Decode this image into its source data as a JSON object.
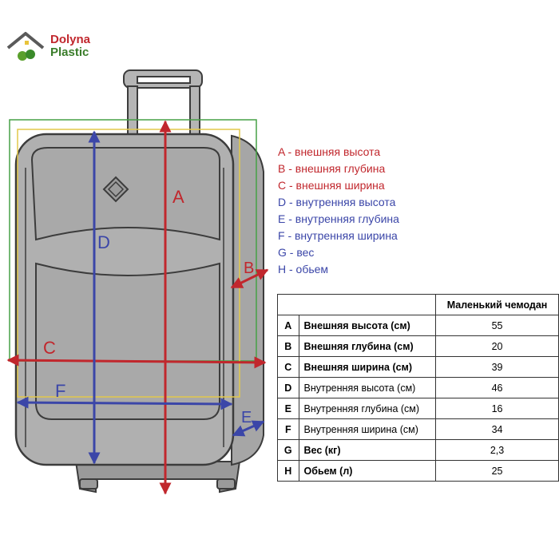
{
  "logo": {
    "line1": "Dolyna",
    "line2": "Plastic"
  },
  "colors": {
    "red": "#c1272d",
    "blue": "#3b46a8",
    "green": "#46a046",
    "yellow": "#e2c84a",
    "ink": "#3c3c3c"
  },
  "labels": {
    "A": "A",
    "B": "B",
    "C": "C",
    "D": "D",
    "E": "E",
    "F": "F"
  },
  "legend": [
    {
      "text": "A - внешняя высота",
      "color": "#c1272d"
    },
    {
      "text": "B - внешняя глубина",
      "color": "#c1272d"
    },
    {
      "text": "C - внешняя ширина",
      "color": "#c1272d"
    },
    {
      "text": "D - внутренняя высота",
      "color": "#3b46a8"
    },
    {
      "text": "E - внутренняя глубина",
      "color": "#3b46a8"
    },
    {
      "text": "F - внутренняя ширина",
      "color": "#3b46a8"
    },
    {
      "text": "G - вес",
      "color": "#3b46a8"
    },
    {
      "text": "H - обьем",
      "color": "#3b46a8"
    }
  ],
  "table": {
    "header": "Маленький чемодан",
    "rows": [
      {
        "key": "A",
        "name": "Внешняя высота (см)",
        "value": "55",
        "bold": true
      },
      {
        "key": "B",
        "name": "Внешняя глубина (см)",
        "value": "20",
        "bold": true
      },
      {
        "key": "C",
        "name": "Внешняя ширина (см)",
        "value": "39",
        "bold": true
      },
      {
        "key": "D",
        "name": "Внутренняя высота (см)",
        "value": "46",
        "bold": false
      },
      {
        "key": "E",
        "name": "Внутренняя глубина (см)",
        "value": "16",
        "bold": false
      },
      {
        "key": "F",
        "name": "Внутренняя ширина (см)",
        "value": "34",
        "bold": false
      },
      {
        "key": "G",
        "name": "Вес (кг)",
        "value": "2,3",
        "bold": true
      },
      {
        "key": "H",
        "name": "Обьем (л)",
        "value": "25",
        "bold": true
      }
    ]
  }
}
